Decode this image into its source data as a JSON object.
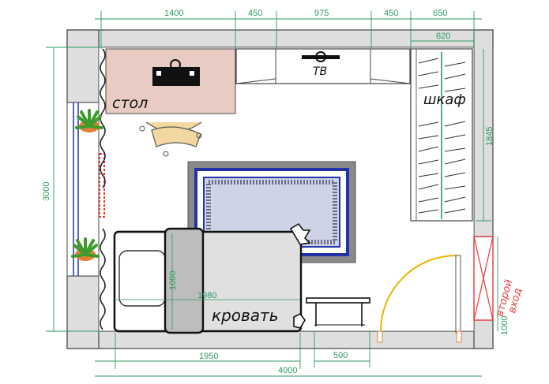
{
  "dimensions": {
    "top": [
      "1400",
      "450",
      "975",
      "450",
      "650"
    ],
    "wardrobe_inner_width": "620",
    "left_height": "3000",
    "right_wardrobe_height": "1845",
    "right_door": "1000",
    "bottom_bed_length": "1950",
    "bottom_total": "4000",
    "bottom_bench": "500",
    "bed_width": "1000",
    "bed_inner_length": "1980"
  },
  "labels": {
    "desk": "стол",
    "tv": "ТВ",
    "wardrobe": "шкаф",
    "bed": "кровать",
    "second_entrance_line1": "второй",
    "second_entrance_line2": "вход"
  },
  "colors": {
    "dimension_line": "#2e9a62",
    "desk_fill": "#e8cbc3",
    "wall_fill": "#dedede",
    "rug_blue": "#2233aa",
    "entrance_red": "#e53935",
    "door_yellow": "#e8b400"
  }
}
